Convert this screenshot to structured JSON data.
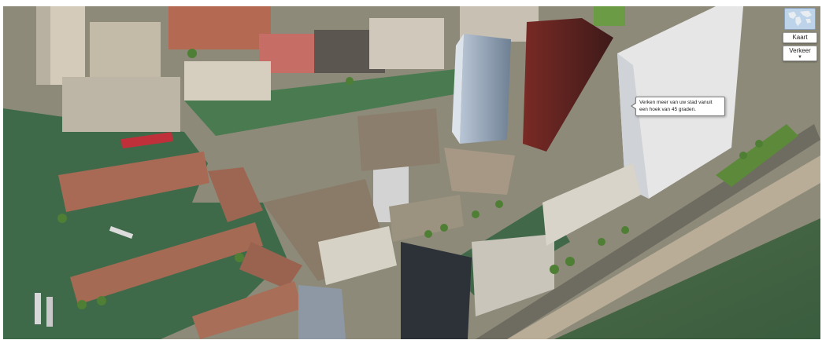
{
  "map": {
    "tooltip": {
      "line1": "Verken meer van uw stad vanuit",
      "line2": "een hoek van 45 graden."
    },
    "controls": {
      "map_type_label": "Kaart",
      "traffic_label": "Verkeer",
      "globe_icon": "globe-icon",
      "dropdown_icon": "chevron-down-icon"
    },
    "colors": {
      "water": "#3f6a4a",
      "greenery": "#5d8a3a",
      "rooftop": "#c9c2b5",
      "brick": "#a86a55"
    }
  }
}
